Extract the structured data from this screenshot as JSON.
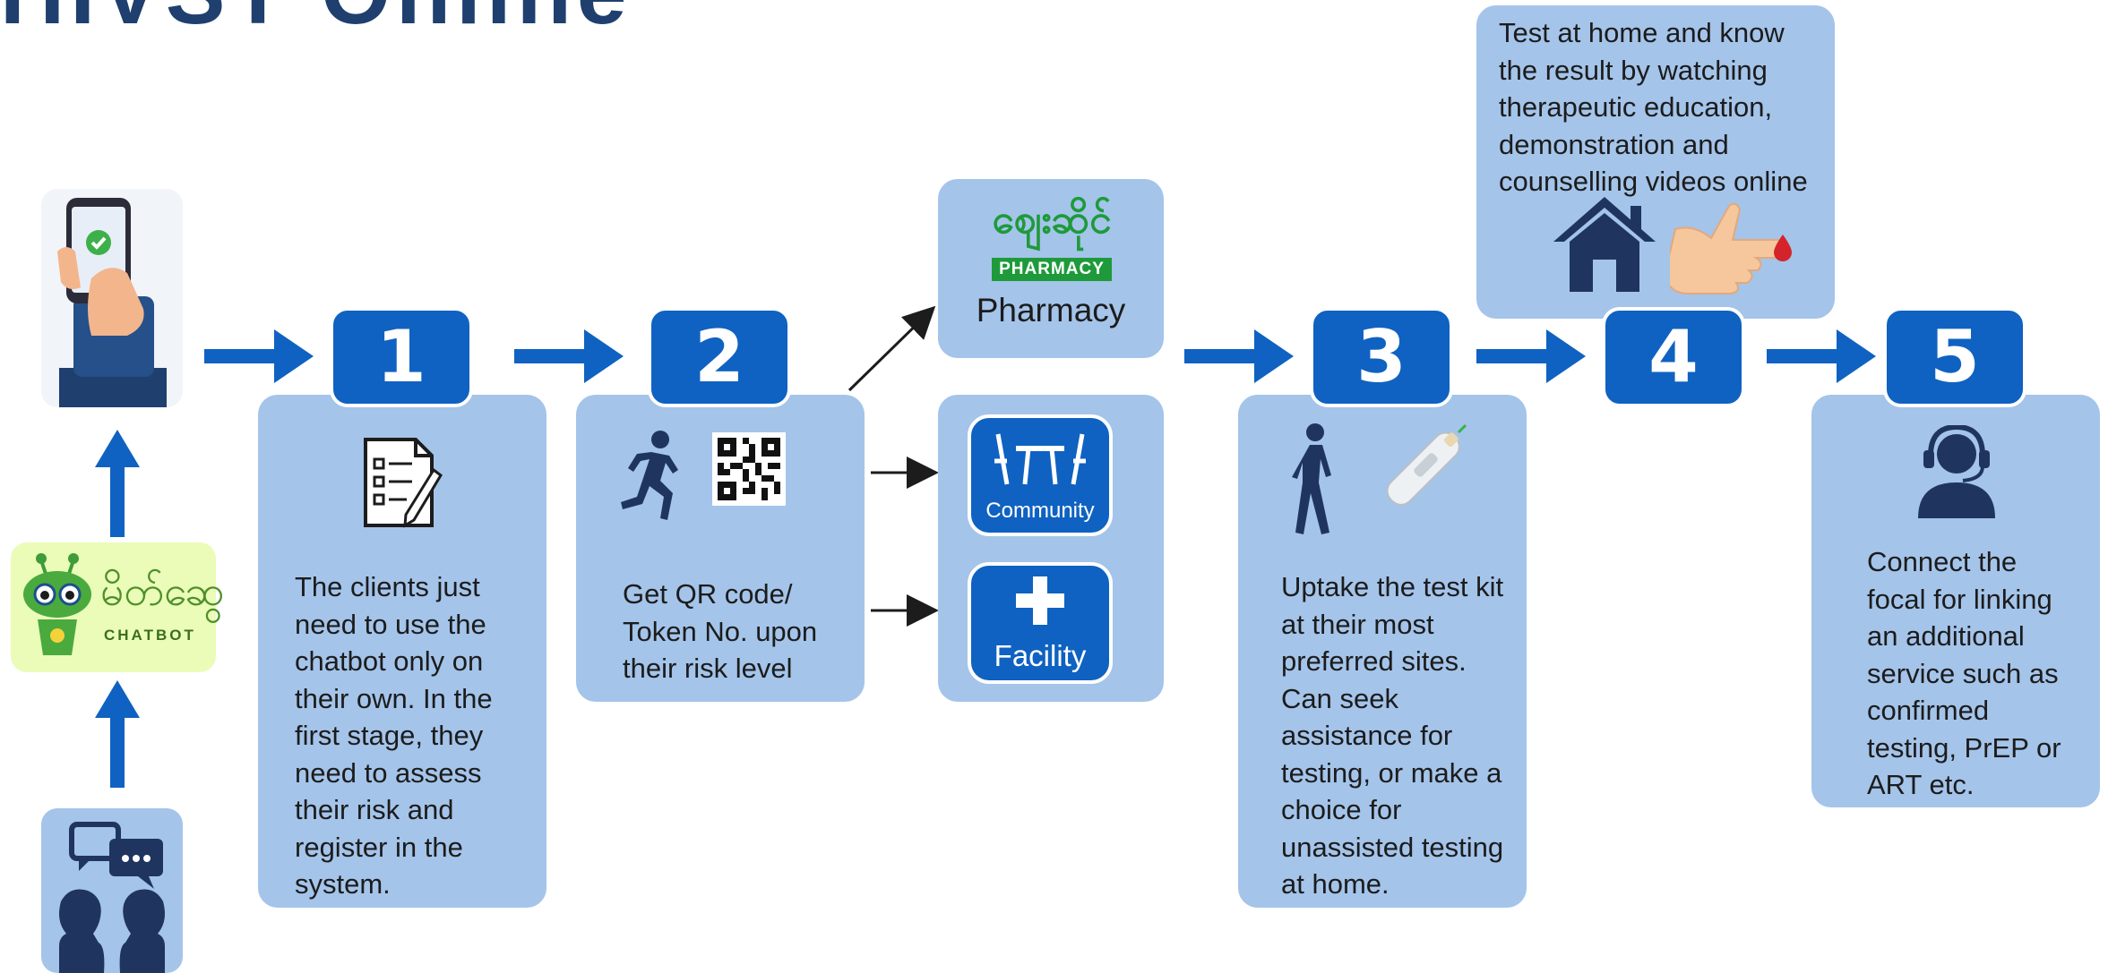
{
  "title": "HIVST Online",
  "colors": {
    "accent": "#0f62c1",
    "panel": "#a4c4ea",
    "title": "#1f3f6e",
    "navy": "#1f3560"
  },
  "left_column": {
    "phone_icon": "smartphone-check-icon",
    "chatbot_logo": {
      "script_text": "မိတ်ဆွေ",
      "subtitle": "CHATBOT"
    },
    "people_icon": "people-chat-icon"
  },
  "steps": [
    {
      "number": "1",
      "icon": "checklist-icon",
      "text": "The clients just need to use the chatbot only on their own. In the first stage, they need to assess their risk and register in the system."
    },
    {
      "number": "2",
      "icon": "running-person-qr-icon",
      "text": "Get QR code/ Token No. upon their risk level"
    },
    {
      "number": "3",
      "icon": "walking-person-test-kit-icon",
      "text": "Uptake the test kit at their most preferred sites. Can seek assistance for testing, or make a choice for unassisted testing at home."
    },
    {
      "number": "4",
      "icon": "home-finger-prick-icon",
      "text": "Test at home and know the result by watching therapeutic education, demonstration and counselling videos online"
    },
    {
      "number": "5",
      "icon": "headset-agent-icon",
      "text": "Connect the focal for linking an additional service such as confirmed testing, PrEP or ART etc."
    }
  ],
  "sites": {
    "pharmacy": {
      "logo_script": "ဈေးဆိုင်",
      "logo_banner": "PHARMACY",
      "label": "Pharmacy"
    },
    "community": {
      "label": "Community"
    },
    "facility": {
      "label": "Facility"
    }
  }
}
